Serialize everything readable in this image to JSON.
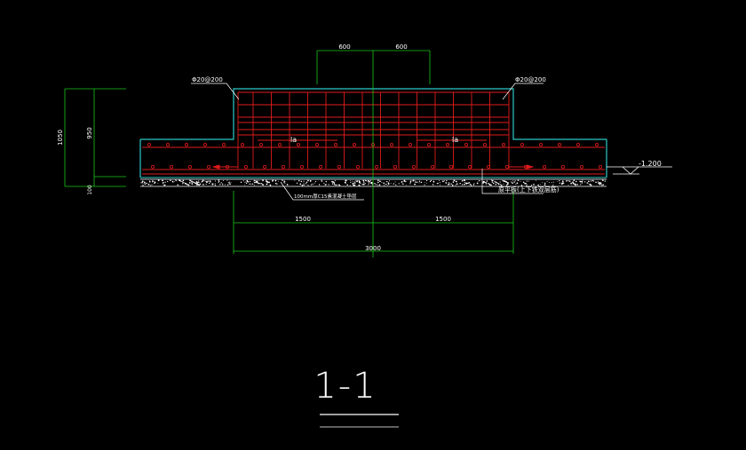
{
  "drawing": {
    "colors": {
      "background": "#000000",
      "dimension": "#19c819",
      "concrete_outline": "#2ec8c8",
      "rebar": "#e01b1b",
      "text": "#ffffff",
      "cushion_dots": "#ffffff"
    },
    "dimensions": {
      "top_left": "600",
      "top_right": "600",
      "bottom_left": "1500",
      "bottom_right": "1500",
      "bottom_total": "3000",
      "left_total": "1050",
      "left_upper": "950",
      "left_lower": "100"
    },
    "rebar_labels": {
      "left_spec": "Φ20@200",
      "right_spec": "Φ20@200",
      "anchor_left": "la",
      "anchor_right": "la"
    },
    "elevation": "-1.200",
    "cushion_note": "100mm厚C15素混凝土垫层",
    "slab_note": "原平板(上下铁双层筋)",
    "section_title": "1-1"
  }
}
